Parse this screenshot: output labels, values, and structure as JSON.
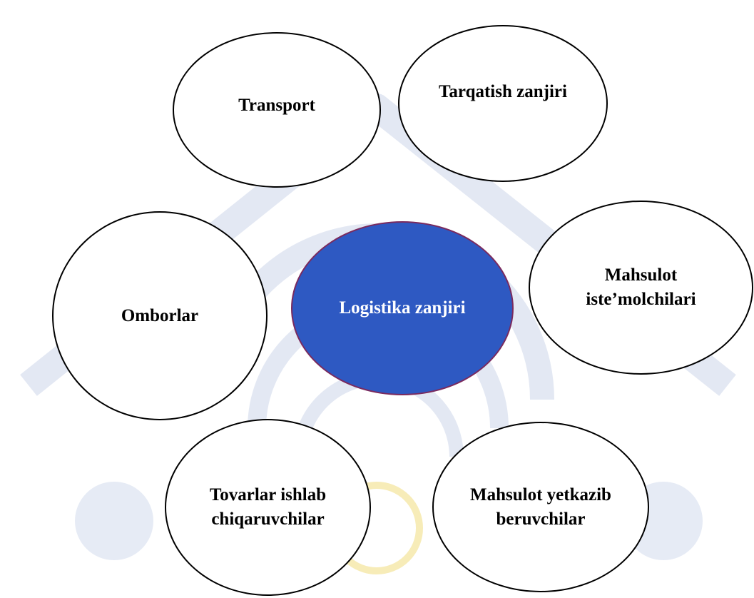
{
  "diagram": {
    "center": {
      "label": "Logistika zanjiri",
      "fill": "#2e59c2",
      "border": "#7a2a5e"
    },
    "nodes": [
      {
        "id": "transport",
        "label": "Transport"
      },
      {
        "id": "tarqatish",
        "label": "Tarqatish zanjiri"
      },
      {
        "id": "omborlar",
        "label": "Omborlar"
      },
      {
        "id": "istemolchilari",
        "label": "Mahsulot iste’molchilari"
      },
      {
        "id": "tovarlar",
        "label": "Tovarlar ishlab chiqaruvchilar"
      },
      {
        "id": "yetkazib",
        "label": "Mahsulot yetkazib beruvchilar"
      }
    ],
    "watermark_color": "#dfe5f2"
  }
}
